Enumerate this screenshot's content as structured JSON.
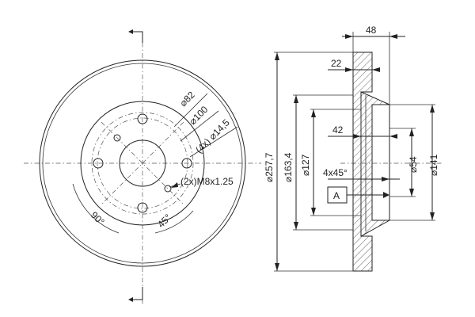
{
  "front_view": {
    "pcd_label": "82",
    "hub_label": "100",
    "bolt_holes_label": "(4x)",
    "bolt_hole_dia_label": "14,5",
    "thread_label": "(2x)M8x1.25",
    "angle_90_label": "90°",
    "angle_45_label": "45°"
  },
  "side_view": {
    "width_label": "48",
    "disc_thickness_label": "22",
    "offset_label": "42",
    "outer_dia_label": "257,7",
    "braking_dia_label": "163,4",
    "inner_dia_label": "127",
    "chamfer_label": "4x45°",
    "datum_label": "A",
    "center_bore_label": "54",
    "hat_dia_label": "141"
  },
  "symbols": {
    "diameter": "⌀"
  }
}
